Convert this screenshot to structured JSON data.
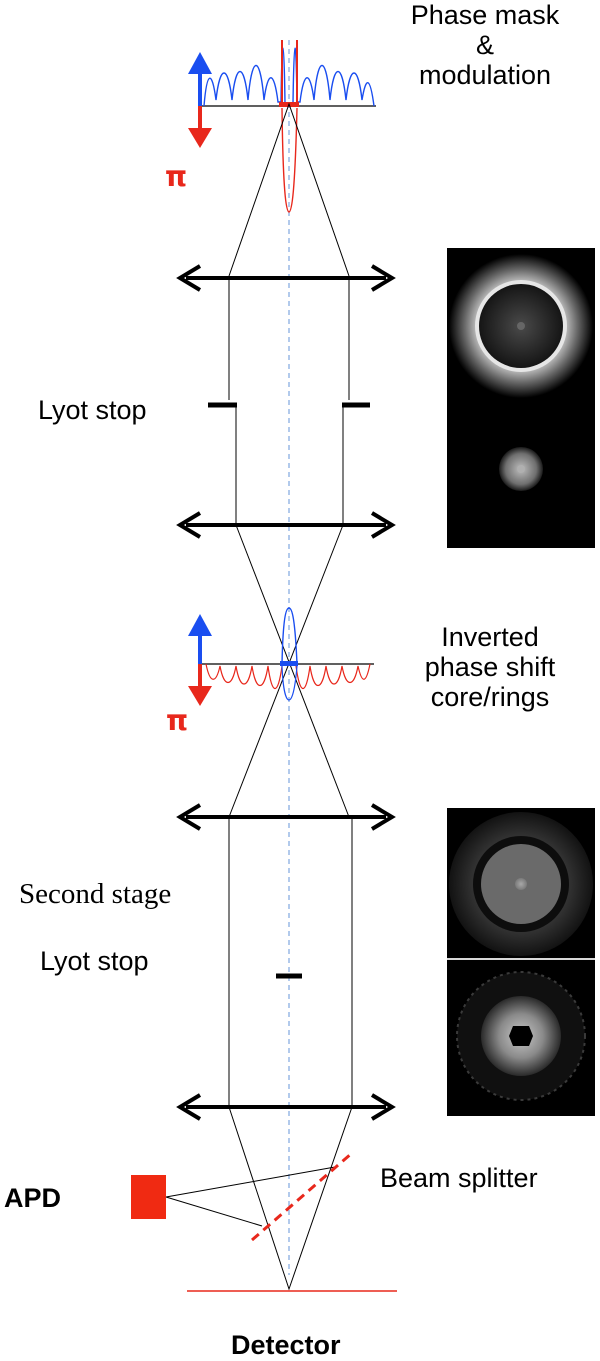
{
  "labels": {
    "phase_mask_line1": "Phase mask",
    "phase_mask_line2": "&",
    "phase_mask_line3": "modulation",
    "pi_top": "π",
    "lyot_stop_1": "Lyot stop",
    "inverted_line1": "Inverted",
    "inverted_line2": "phase shift",
    "inverted_line3": "core/rings",
    "pi_mid": "π",
    "second_stage": "Second stage",
    "lyot_stop_2": "Lyot stop",
    "apd": "APD",
    "beam_splitter": "Beam splitter",
    "detector": "Detector"
  },
  "colors": {
    "red": "#e8281c",
    "blue": "#1a4ef0",
    "axis": "#7fa6e0",
    "panel_bg": "#000000"
  },
  "icons": {
    "phase_arrows": "up-down-arrow-icon",
    "apd": "red-square-icon",
    "lens": "double-arrow-lens-icon"
  }
}
